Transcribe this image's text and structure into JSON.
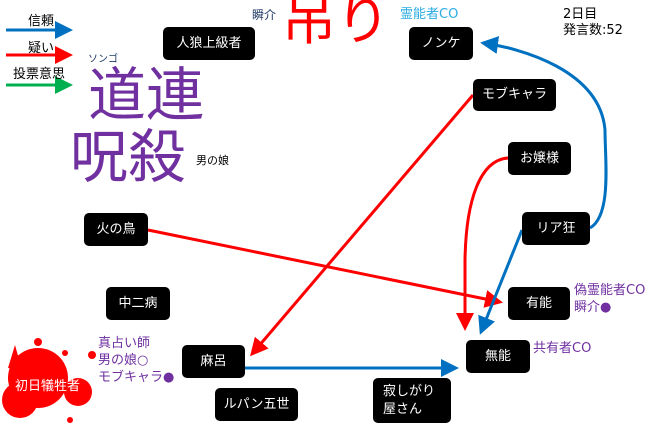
{
  "legend": {
    "trust": "信頼",
    "doubt": "疑い",
    "vote": "投票意思"
  },
  "colors": {
    "trust": "#0070c0",
    "doubt": "#ff0000",
    "vote": "#00b050",
    "accent_purple": "#7030a0",
    "medium_co": "#29abe2"
  },
  "status": {
    "day": "2日目",
    "posts": "発言数:52"
  },
  "hanged": {
    "label": "吊り",
    "name": "瞬介",
    "note": "霊能者CO"
  },
  "killed": {
    "michizure": "道連",
    "jusatsu": "呪殺",
    "michizure_name": "ソンゴ",
    "jusatsu_name": "男の娘"
  },
  "nodes": {
    "jinro": "人狼上級者",
    "nonke": "ノンケ",
    "mobu": "モブキャラ",
    "ojousama": "お嬢様",
    "hinotori": "火の鳥",
    "riakyou": "リア狂",
    "chunibyo": "中二病",
    "yuunou": "有能",
    "munou": "無能",
    "maro": "麻呂",
    "shonichi": "初日犠牲者",
    "lupin": "ルパン五世",
    "sabishi_1": "寂しがり",
    "sabishi_2": "屋さん"
  },
  "notes": {
    "yuunou": [
      "偽霊能者CO",
      "瞬介●"
    ],
    "munou": "共有者CO",
    "maro": [
      "真占い師",
      "男の娘○",
      "モブキャラ●"
    ]
  }
}
